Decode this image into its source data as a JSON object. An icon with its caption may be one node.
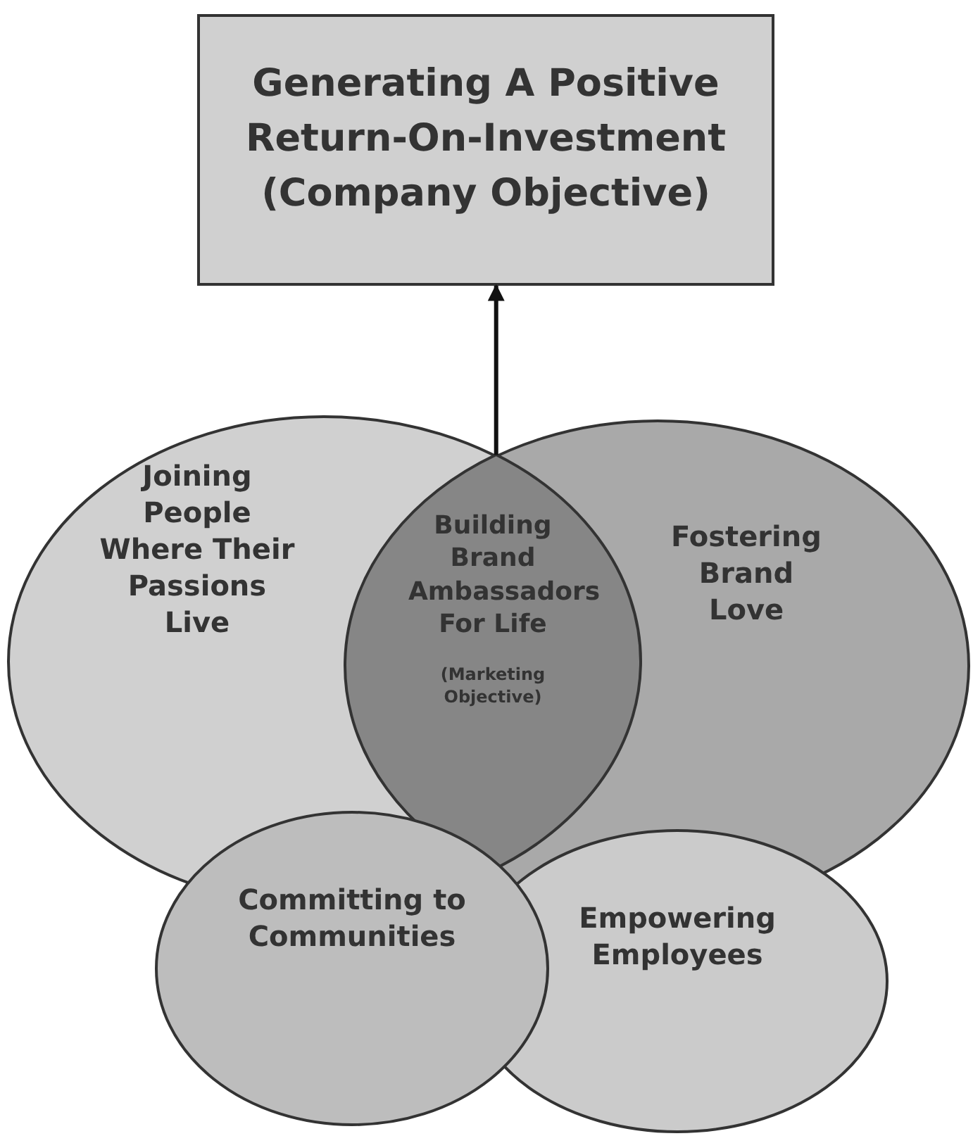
{
  "diagram": {
    "nodes": [
      {
        "text": [
          "Generating A Positive Return-On-Investment (Company Objective)"
        ]
      },
      {
        "text": [
          "Joining People Where Their Passions Live"
        ]
      },
      {
        "text": [
          "Fostering Brand Love"
        ]
      },
      {
        "text": [
          "Building Brand Ambassadors For Life",
          "(Marketing Objective)"
        ]
      },
      {
        "text": [
          "Committing to Communities"
        ]
      },
      {
        "text": [
          "Empowering Employees"
        ]
      }
    ],
    "edges": [
      {
        "from": 3,
        "to": 0,
        "arrow": "to"
      }
    ]
  }
}
